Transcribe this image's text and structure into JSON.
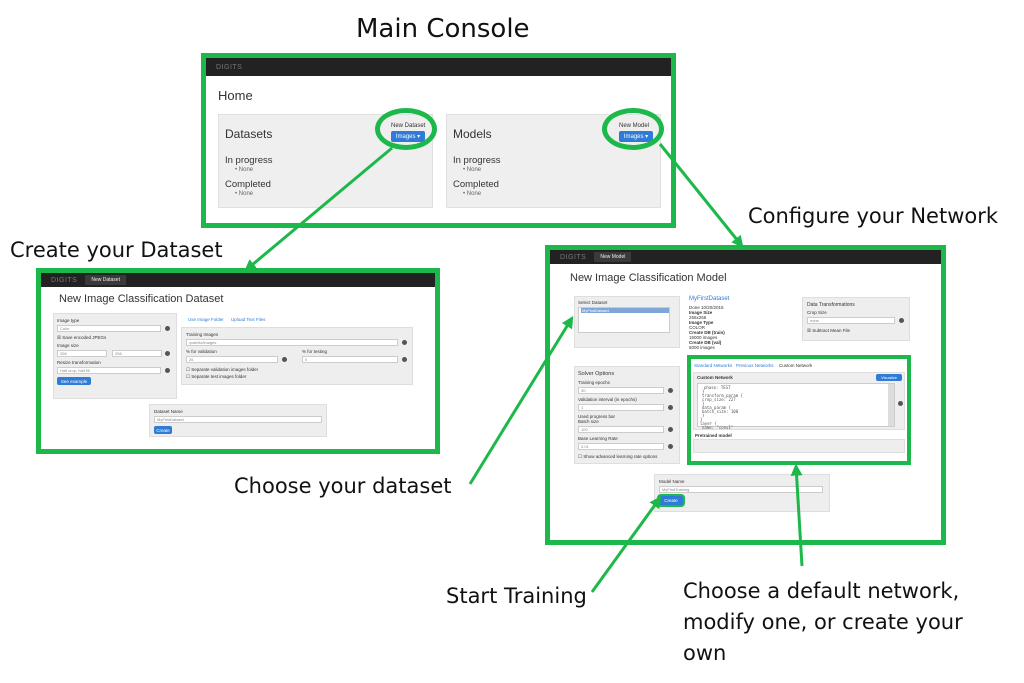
{
  "captions": {
    "main_console": "Main Console",
    "create_dataset": "Create your Dataset",
    "configure_network": "Configure your Network",
    "choose_dataset": "Choose your dataset",
    "start_training": "Start Training",
    "choose_default": "Choose a default network, modify one, or create your own"
  },
  "main": {
    "brand": "DIGITS",
    "home_title": "Home",
    "datasets": {
      "title": "Datasets",
      "new_label": "New Dataset",
      "button": "Images ▾",
      "in_progress": "In progress",
      "in_progress_item": "• None",
      "completed": "Completed",
      "completed_item": "• None"
    },
    "models": {
      "title": "Models",
      "new_label": "New Model",
      "button": "Images ▾",
      "in_progress": "In progress",
      "in_progress_item": "• None",
      "completed": "Completed",
      "completed_item": "• None"
    }
  },
  "dataset": {
    "brand": "DIGITS",
    "nav": "New Dataset",
    "title": "New Image Classification Dataset",
    "image_type_label": "Image type",
    "image_type_value": "Color",
    "save_encoded": "☒ Save encoded JPEGs",
    "image_size_label": "Image size",
    "size_w": "256",
    "size_h": "256",
    "resize_label": "Resize transformation",
    "resize_value": "Half crop, half fill",
    "see_example": "See example",
    "tab_folder": "Use Image Folder",
    "tab_text": "Upload Text Files",
    "training_images_label": "Training Images",
    "training_images_value": "/path/to/images",
    "pct_validation_label": "% for validation",
    "pct_validation_value": "25",
    "pct_testing_label": "% for testing",
    "pct_testing_value": "0",
    "sep_validation": "☐ Separate validation images folder",
    "sep_test": "☐ Separate test images folder",
    "name_label": "Dataset Name",
    "name_value": "MyFirstDataset",
    "create_button": "Create"
  },
  "model": {
    "brand": "DIGITS",
    "nav": "New Model",
    "title": "New Image Classification Model",
    "select_dataset_label": "Select Dataset",
    "select_dataset_value": "MyFirstDataset",
    "dataset_link": "MyFirstDataset",
    "info_lines": [
      "Done 10/20/2015",
      "Image Size",
      "256x256",
      "Image Type",
      "COLOR",
      "Create DB (train)",
      "15000 images",
      "Create DB (val)",
      "5000 images"
    ],
    "transform_title": "Data Transformations",
    "crop_label": "Crop Size",
    "crop_value": "none",
    "subtract_mean": "☒ Subtract Mean File",
    "solver_title": "Solver Options",
    "epochs_label": "Training epochs",
    "epochs_value": "30",
    "snapshot_label": "Validation interval (in epochs)",
    "snapshot_value": "1",
    "random_seed_label": "Used progress bar",
    "batch_label": "Batch size",
    "batch_value": "100",
    "lr_label": "Base Learning Rate",
    "lr_value": "0.01",
    "advanced": "☐ Show advanced learning rate options",
    "tab_standard": "Standard Networks",
    "tab_previous": "Previous Networks",
    "tab_custom": "Custom Network",
    "custom_label": "Custom Network",
    "visualize": "Visualize",
    "code": [
      "phase: TEST",
      "}",
      "transform_param {",
      "  crop_size: 227",
      "}",
      "data_param {",
      "  batch_size: 100",
      "}",
      "}",
      "layer {",
      "  name: \"conv1\""
    ],
    "pretrained": "Pretrained model",
    "name_label": "Model Name",
    "name_value": "MyFirstTraining",
    "create_button": "Create"
  },
  "colors": {
    "accent_green": "#1db84a",
    "button_blue": "#2f7bd6",
    "navbar": "#222222"
  }
}
